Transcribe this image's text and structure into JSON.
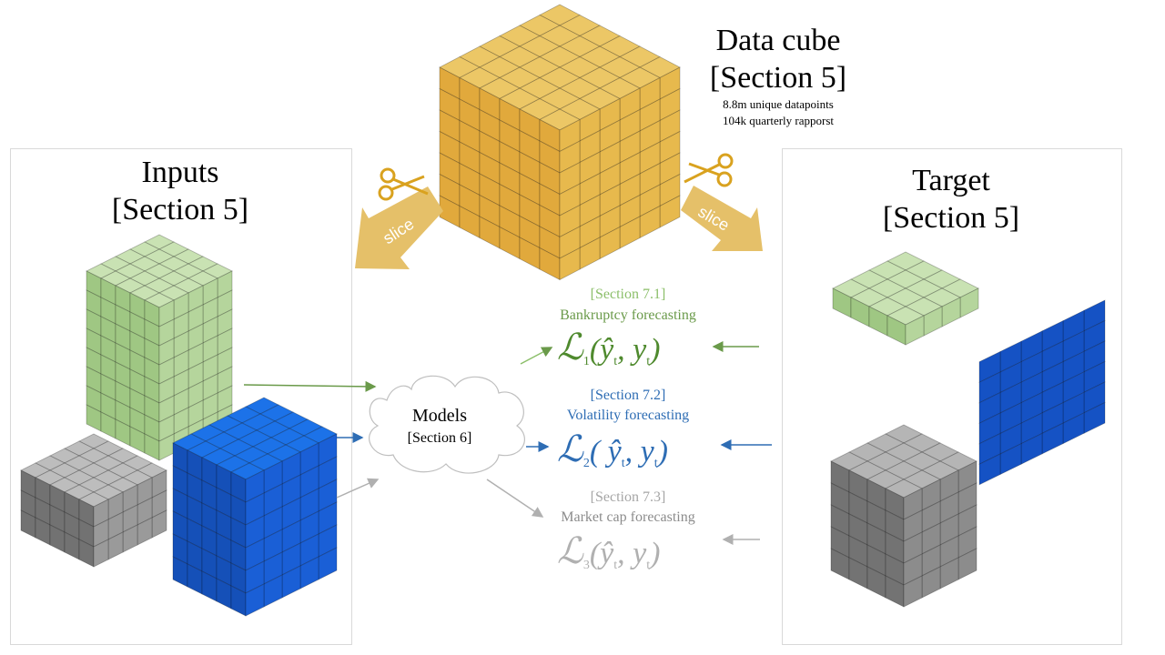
{
  "data_cube": {
    "title": "Data cube",
    "section": "[Section 5]",
    "stat1": "8.8m unique  datapoints",
    "stat2": "104k quarterly  rapporst"
  },
  "inputs": {
    "title": "Inputs",
    "section": "[Section 5]"
  },
  "target": {
    "title": "Target",
    "section": "[Section 5]"
  },
  "slice_left": "slice",
  "slice_right": "slice",
  "models": {
    "title": "Models",
    "section": "[Section 6]"
  },
  "tasks": [
    {
      "section": "[Section 7.1]",
      "name": "Bankruptcy forecasting",
      "loss_sub": "1",
      "loss_args": "(ŷ",
      "color": "#6a9a4a"
    },
    {
      "section": "[Section 7.2]",
      "name": "Volatility  forecasting",
      "loss_sub": "2",
      "loss_args": "( ŷ",
      "color": "#2e6db4"
    },
    {
      "section": "[Section 7.3]",
      "name": "Market cap forecasting",
      "loss_sub": "3",
      "loss_args": "(ŷ",
      "color": "#a6a6a6"
    }
  ],
  "loss_rest": "t, y",
  "loss_t": "t",
  "colors": {
    "gold": "#e2a93a",
    "green": "#a9d18e",
    "blue": "#1a5fd6",
    "gray": "#9e9e9e"
  }
}
